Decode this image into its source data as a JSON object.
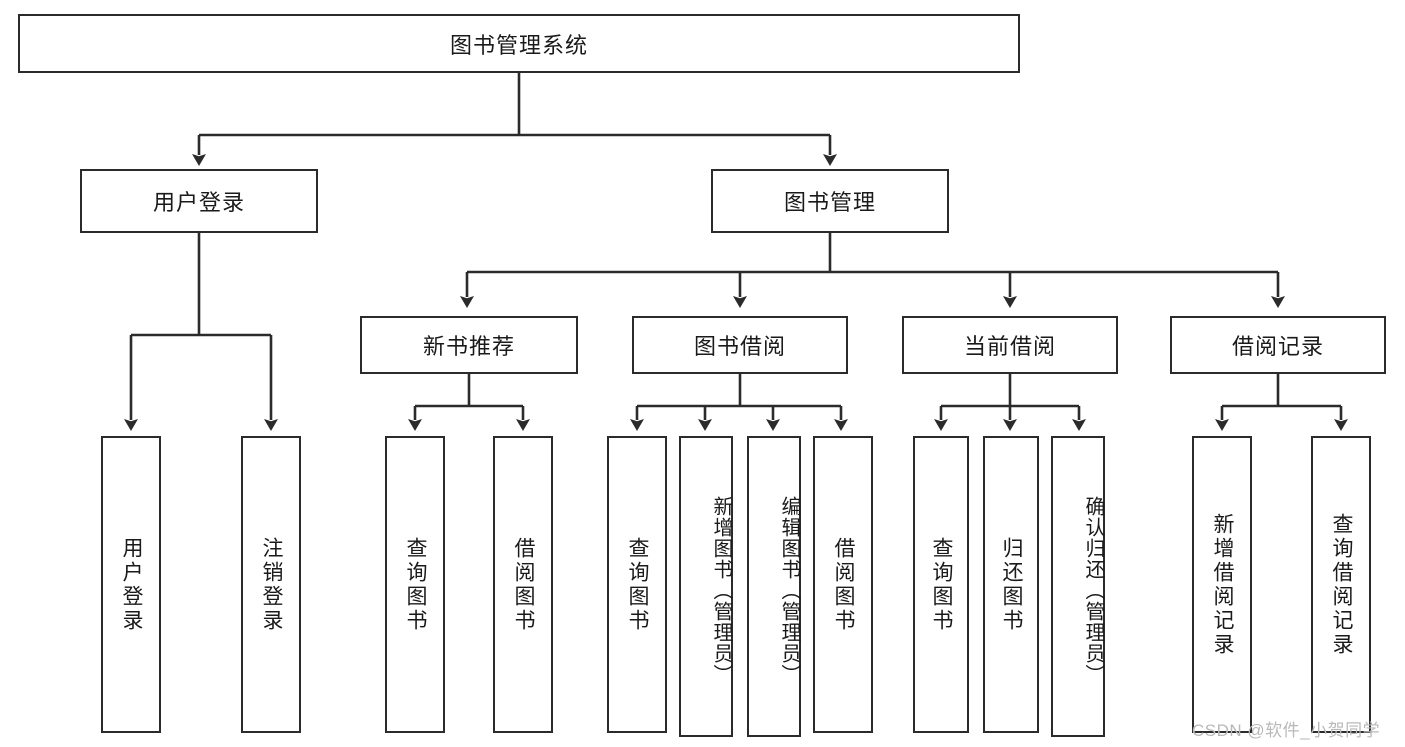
{
  "diagram": {
    "title": "图书管理系统",
    "type": "tree-hierarchy-diagram",
    "watermark": "CSDN @软件_小贺同学",
    "colors": {
      "box_border": "#2b2b2b",
      "box_fill": "#ffffff",
      "connector": "#2b2b2b",
      "text": "#1a1a1a",
      "watermark": "#b9b9b9",
      "background": "#ffffff"
    },
    "nodes": {
      "root": {
        "label": "图书管理系统"
      },
      "level2": [
        {
          "id": "user-login",
          "label": "用户登录"
        },
        {
          "id": "book-manage",
          "label": "图书管理"
        }
      ],
      "level3": [
        {
          "id": "new-book-recommend",
          "label": "新书推荐"
        },
        {
          "id": "book-borrow",
          "label": "图书借阅"
        },
        {
          "id": "current-borrow",
          "label": "当前借阅"
        },
        {
          "id": "borrow-record",
          "label": "借阅记录"
        }
      ],
      "leaves": {
        "user_login": [
          {
            "id": "leaf-user-login",
            "label": "用户登录"
          },
          {
            "id": "leaf-logout-login",
            "label": "注销登录"
          }
        ],
        "new_book_recommend": [
          {
            "id": "leaf-query-book-1",
            "label": "查询图书"
          },
          {
            "id": "leaf-borrow-book-1",
            "label": "借阅图书"
          }
        ],
        "book_borrow": [
          {
            "id": "leaf-query-book-2",
            "label": "查询图书"
          },
          {
            "id": "leaf-add-book",
            "label": "新增图书（管理员）"
          },
          {
            "id": "leaf-edit-book",
            "label": "编辑图书（管理员）"
          },
          {
            "id": "leaf-borrow-book-2",
            "label": "借阅图书"
          }
        ],
        "current_borrow": [
          {
            "id": "leaf-query-book-3",
            "label": "查询图书"
          },
          {
            "id": "leaf-return-book",
            "label": "归还图书"
          },
          {
            "id": "leaf-confirm-return",
            "label": "确认归还（管理员）"
          }
        ],
        "borrow_record": [
          {
            "id": "leaf-add-borrow-record",
            "label": "新增借阅记录"
          },
          {
            "id": "leaf-query-borrow-record",
            "label": "查询借阅记录"
          }
        ]
      }
    }
  }
}
